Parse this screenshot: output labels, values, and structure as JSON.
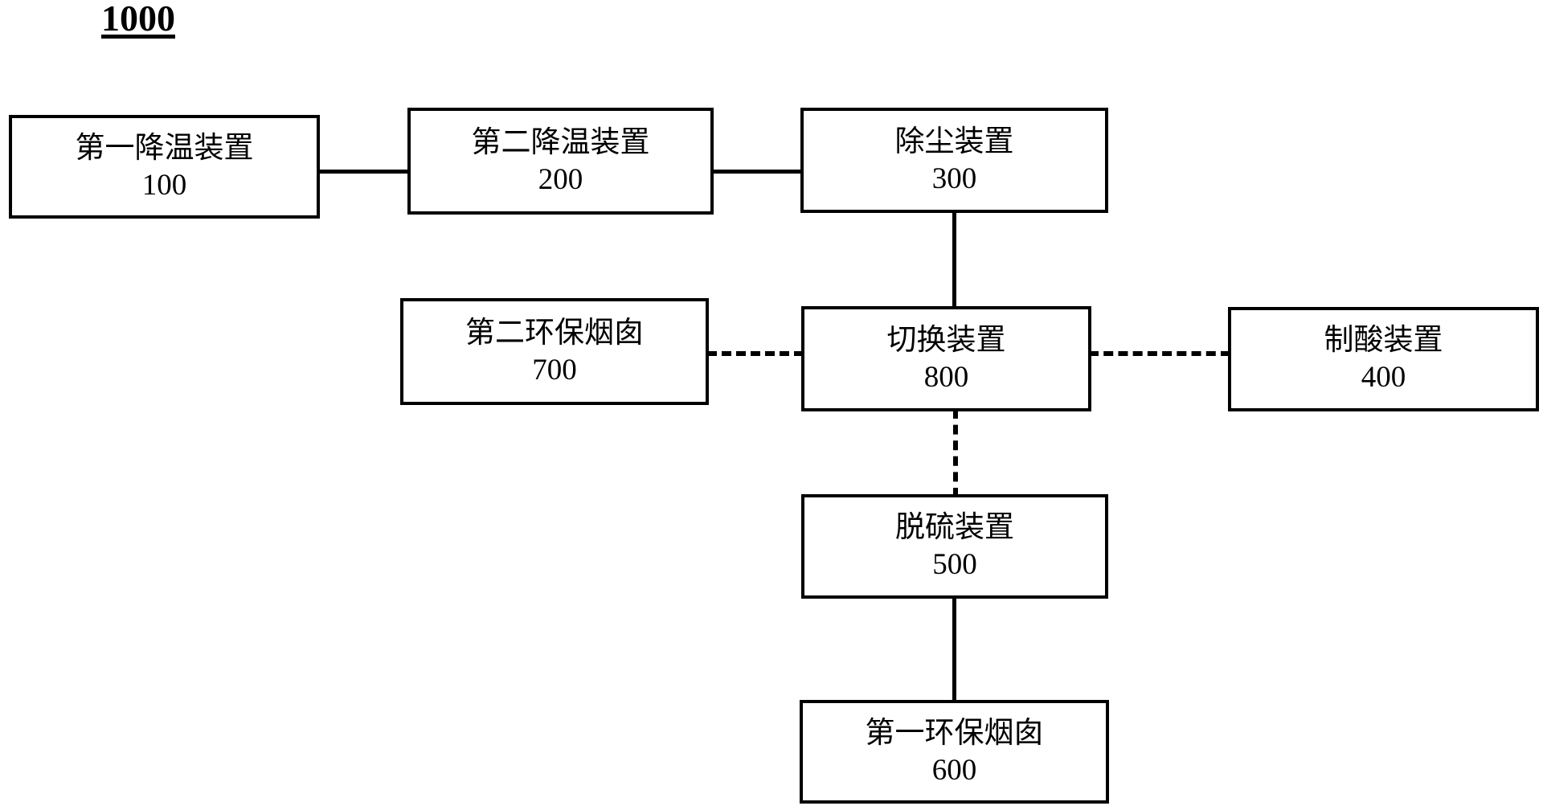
{
  "figure": {
    "number": "1000"
  },
  "blocks": [
    {
      "id": "100",
      "name": "第一降温装置",
      "number": "100"
    },
    {
      "id": "200",
      "name": "第二降温装置",
      "number": "200"
    },
    {
      "id": "300",
      "name": "除尘装置",
      "number": "300"
    },
    {
      "id": "700",
      "name": "第二环保烟囱",
      "number": "700"
    },
    {
      "id": "800",
      "name": "切换装置",
      "number": "800"
    },
    {
      "id": "400",
      "name": "制酸装置",
      "number": "400"
    },
    {
      "id": "500",
      "name": "脱硫装置",
      "number": "500"
    },
    {
      "id": "600",
      "name": "第一环保烟囱",
      "number": "600"
    }
  ],
  "connections": [
    {
      "from": "100",
      "to": "200",
      "style": "solid"
    },
    {
      "from": "200",
      "to": "300",
      "style": "solid"
    },
    {
      "from": "300",
      "to": "800",
      "style": "solid"
    },
    {
      "from": "700",
      "to": "800",
      "style": "dashed"
    },
    {
      "from": "800",
      "to": "400",
      "style": "dashed"
    },
    {
      "from": "800",
      "to": "500",
      "style": "dashed"
    },
    {
      "from": "500",
      "to": "600",
      "style": "solid"
    }
  ],
  "colors": {
    "line": "#000000",
    "background": "#ffffff",
    "text": "#000000"
  }
}
